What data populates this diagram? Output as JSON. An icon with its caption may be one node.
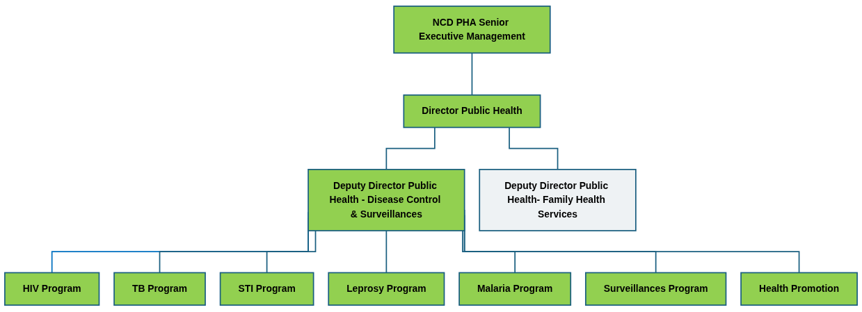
{
  "diagram": {
    "nodes": [
      {
        "text": [
          "NCD PHA Senior Executive Management"
        ]
      },
      {
        "text": [
          "Director Public Health"
        ]
      },
      {
        "text": [
          "Deputy Director Public Health - Disease Control & Surveillances"
        ]
      },
      {
        "text": [
          "Deputy Director Public Health- Family Health Services"
        ]
      },
      {
        "text": [
          "HIV Program"
        ]
      },
      {
        "text": [
          "TB Program"
        ]
      },
      {
        "text": [
          "STI Program"
        ]
      },
      {
        "text": [
          "Leprosy Program"
        ]
      },
      {
        "text": [
          "Malaria Program"
        ]
      },
      {
        "text": [
          "Surveillances Program"
        ]
      },
      {
        "text": [
          "Health Promotion"
        ]
      }
    ],
    "edges": [
      {
        "from": 0,
        "to": 1,
        "arrow": "none"
      },
      {
        "from": 1,
        "to": 2,
        "arrow": "none"
      },
      {
        "from": 1,
        "to": 3,
        "arrow": "none"
      },
      {
        "from": 2,
        "to": 4,
        "arrow": "none",
        "color": "#0070c0"
      },
      {
        "from": 2,
        "to": 5,
        "arrow": "none"
      },
      {
        "from": 2,
        "to": 6,
        "arrow": "none"
      },
      {
        "from": 2,
        "to": 7,
        "arrow": "none"
      },
      {
        "from": 2,
        "to": 8,
        "arrow": "none"
      },
      {
        "from": 2,
        "to": 9,
        "arrow": "none"
      },
      {
        "from": 2,
        "to": 10,
        "arrow": "none"
      }
    ]
  }
}
